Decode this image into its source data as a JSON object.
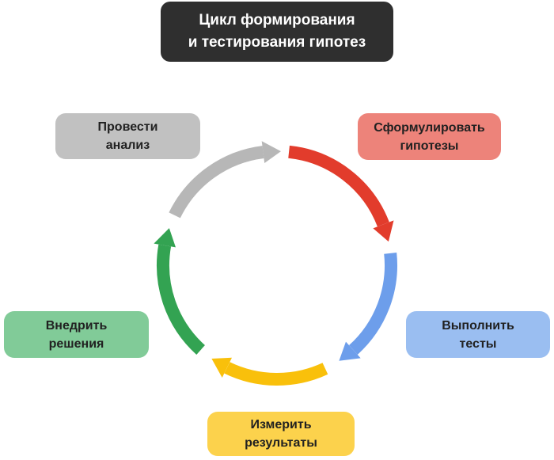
{
  "title": {
    "lines": [
      "Цикл формирования",
      "и тестирования гипотез"
    ],
    "bg": "#2f2f2f",
    "text_color": "#ffffff"
  },
  "steps": [
    {
      "id": "formulate-hypotheses",
      "lines": [
        "Сформулировать",
        "гипотезы"
      ],
      "box_color": "#ed837a",
      "arrow_color": "#e23c2c",
      "text_color": "#212121",
      "position": "top-right"
    },
    {
      "id": "run-tests",
      "lines": [
        "Выполнить",
        "тесты"
      ],
      "box_color": "#9abef1",
      "arrow_color": "#6d9eeb",
      "text_color": "#212121",
      "position": "right"
    },
    {
      "id": "measure-results",
      "lines": [
        "Измерить",
        "результаты"
      ],
      "box_color": "#fcd24c",
      "arrow_color": "#f9c00b",
      "text_color": "#212121",
      "position": "bottom"
    },
    {
      "id": "implement-solutions",
      "lines": [
        "Внедрить",
        "решения"
      ],
      "box_color": "#81cb98",
      "arrow_color": "#33a352",
      "text_color": "#212121",
      "position": "left"
    },
    {
      "id": "conduct-analysis",
      "lines": [
        "Провести",
        "анализ"
      ],
      "box_color": "#c1c1c1",
      "arrow_color": "#b7b7b7",
      "text_color": "#212121",
      "position": "top-left"
    }
  ]
}
